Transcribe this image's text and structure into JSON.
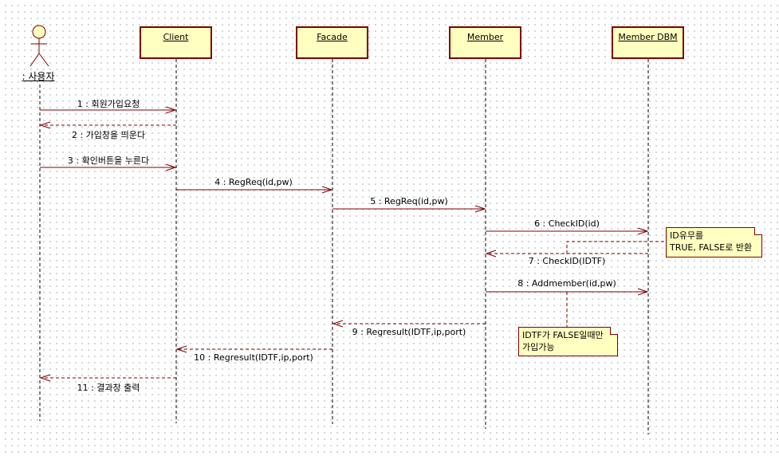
{
  "diagram": {
    "type": "sequence",
    "actor": {
      "label": ": 사용자"
    },
    "lifelines": [
      {
        "id": "client",
        "label": "Client"
      },
      {
        "id": "facade",
        "label": "Facade"
      },
      {
        "id": "member",
        "label": "Member"
      },
      {
        "id": "memberdbm",
        "label": "Member DBM"
      }
    ],
    "messages": [
      {
        "label": "1 : 회원가입요청",
        "from": "actor",
        "to": "client",
        "kind": "sync"
      },
      {
        "label": "2 : 가입창을 띄운다",
        "from": "client",
        "to": "actor",
        "kind": "return"
      },
      {
        "label": "3 : 확인버튼을 누른다",
        "from": "actor",
        "to": "client",
        "kind": "sync"
      },
      {
        "label": "4 : RegReq(id,pw)",
        "from": "client",
        "to": "facade",
        "kind": "sync"
      },
      {
        "label": "5 : RegReq(id,pw)",
        "from": "facade",
        "to": "member",
        "kind": "sync"
      },
      {
        "label": "6 : CheckID(id)",
        "from": "member",
        "to": "memberdbm",
        "kind": "sync"
      },
      {
        "label": "7 : CheckID(IDTF)",
        "from": "memberdbm",
        "to": "member",
        "kind": "return"
      },
      {
        "label": "8 : Addmember(id,pw)",
        "from": "member",
        "to": "memberdbm",
        "kind": "sync"
      },
      {
        "label": "9 : Regresult(IDTF,ip,port)",
        "from": "member",
        "to": "facade",
        "kind": "return"
      },
      {
        "label": "10 : Regresult(IDTF,ip,port)",
        "from": "facade",
        "to": "client",
        "kind": "return"
      },
      {
        "label": "11 : 결과창 출력",
        "from": "client",
        "to": "actor",
        "kind": "return"
      }
    ],
    "notes": [
      {
        "lines": [
          "ID유무를",
          "TRUE, FALSE로 반환"
        ],
        "attached_to": "7 : CheckID(IDTF)"
      },
      {
        "lines": [
          "IDTF가 FALSE일때만",
          "가입가능"
        ],
        "attached_to": "8 : Addmember(id,pw)"
      }
    ],
    "colors": {
      "line": "#800000",
      "box_fill": "#ffffc0",
      "lifeline": "#000000"
    }
  }
}
